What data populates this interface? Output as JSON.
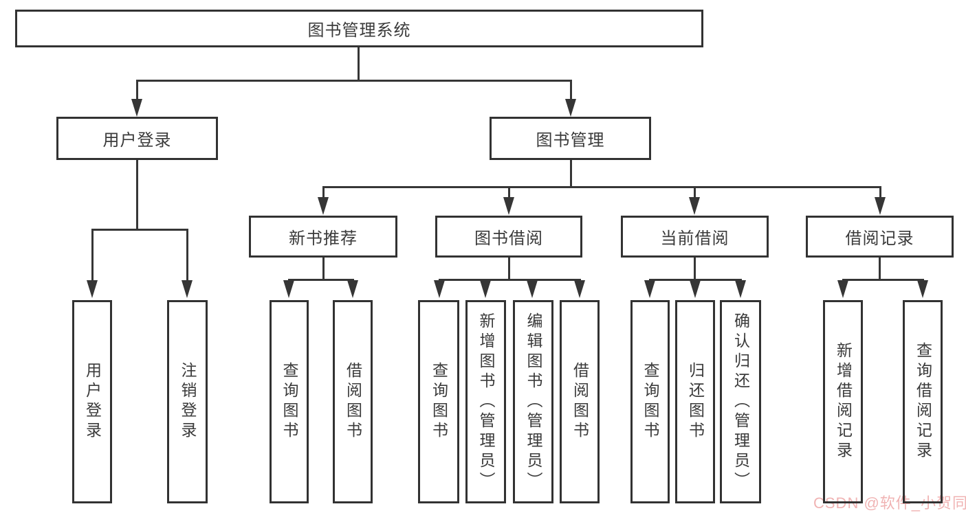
{
  "diagram": {
    "root": {
      "label": "图书管理系统"
    },
    "level2": {
      "user_login": "用户登录",
      "book_mgmt": "图书管理"
    },
    "level3": {
      "new_rec": "新书推荐",
      "borrow": "图书借阅",
      "current": "当前借阅",
      "records": "借阅记录"
    },
    "leaves": {
      "user_login": "用户登录",
      "logout": "注销登录",
      "nb_query": "查询图书",
      "nb_borrow": "借阅图书",
      "bb_query": "查询图书",
      "bb_add": "新增图书（管理员）",
      "bb_edit": "编辑图书（管理员）",
      "bb_borrow": "借阅图书",
      "cb_query": "查询图书",
      "cb_return": "归还图书",
      "cb_confirm": "确认归还（管理员）",
      "br_add": "新增借阅记录",
      "br_query": "查询借阅记录"
    },
    "watermark": "CSDN @软件_小贺同学",
    "colors": {
      "line": "#363636",
      "box_border": "#323232",
      "text": "#3a3a3a",
      "watermark": "#e88a8a",
      "background": "#ffffff"
    }
  }
}
